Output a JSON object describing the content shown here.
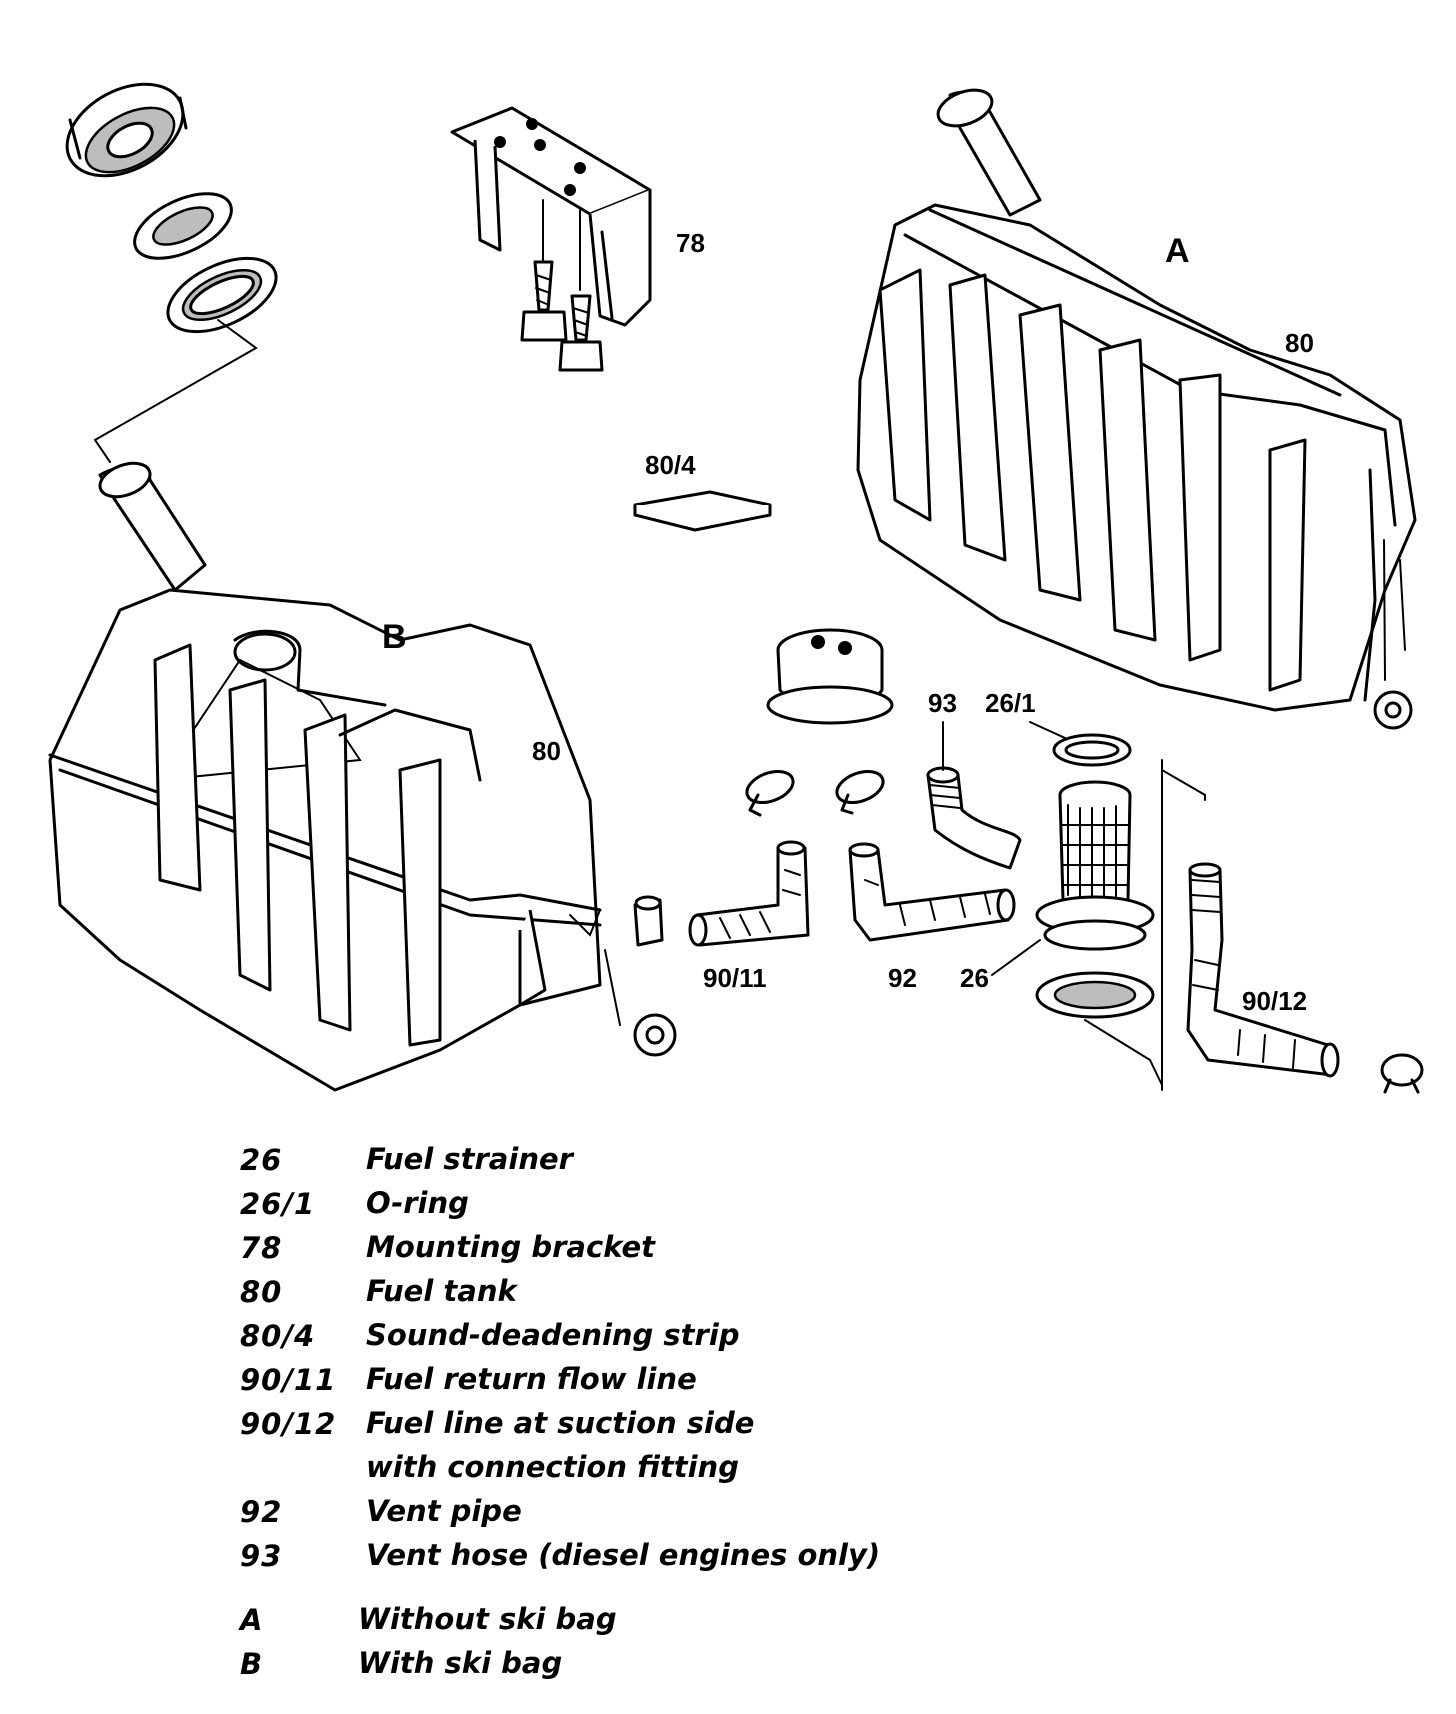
{
  "diagram": {
    "section_labels": {
      "a": "A",
      "b": "B"
    },
    "callouts": {
      "c78": "78",
      "c80_a": "80",
      "c80_4": "80/4",
      "c80_b": "80",
      "c93": "93",
      "c26_1": "26/1",
      "c90_11": "90/11",
      "c92": "92",
      "c26": "26",
      "c90_12": "90/12"
    }
  },
  "legend": {
    "items": [
      {
        "code": "26",
        "desc": "Fuel strainer"
      },
      {
        "code": "26/1",
        "desc": "O-ring"
      },
      {
        "code": "78",
        "desc": "Mounting bracket"
      },
      {
        "code": "80",
        "desc": "Fuel tank"
      },
      {
        "code": "80/4",
        "desc": "Sound-deadening strip"
      },
      {
        "code": "90/11",
        "desc": "Fuel return flow line"
      },
      {
        "code": "90/12",
        "desc": "Fuel line at suction side with connection fitting"
      },
      {
        "code": "92",
        "desc": "Vent pipe"
      },
      {
        "code": "93",
        "desc": "Vent hose (diesel engines only)"
      }
    ],
    "variants": [
      {
        "code": "A",
        "desc": "Without ski bag"
      },
      {
        "code": "B",
        "desc": "With ski bag"
      }
    ]
  }
}
